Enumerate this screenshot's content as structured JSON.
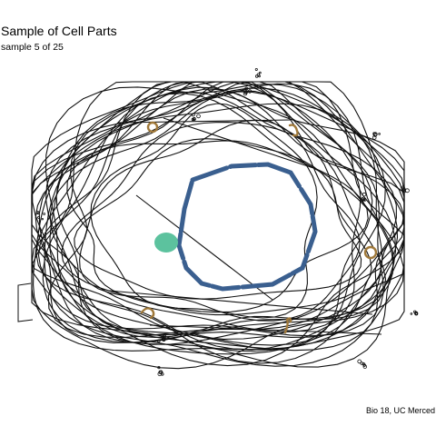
{
  "title": "Sample of Cell Parts",
  "subtitle": "sample 5 of 25",
  "caption": "Bio 18, UC Merced",
  "colors": {
    "membrane": "#111111",
    "nucleus": "#3a5f8f",
    "nucleolus": "#5cc29e",
    "organelle": "#a0793a",
    "background": "#ffffff"
  }
}
